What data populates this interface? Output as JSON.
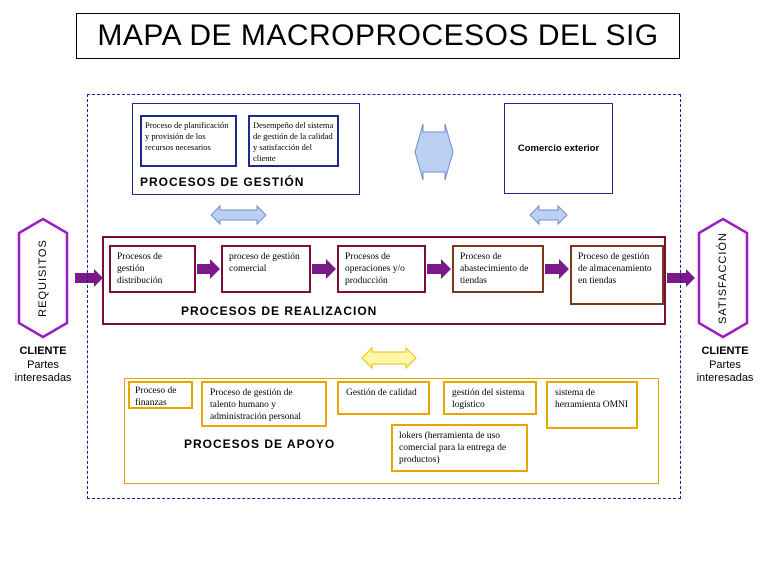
{
  "title": "MAPA DE MACROPROCESOS DEL SIG",
  "gestion": {
    "label": "PROCESOS DE GESTIÓN",
    "items": [
      "Proceso de planificación y provisión de los recursos necesarios",
      "Desempeño del sistema de gestión de la calidad y satisfacción del cliente"
    ],
    "comercio": "Comercio exterior"
  },
  "realizacion": {
    "label": "PROCESOS DE REALIZACION",
    "items": [
      "Procesos de gestión distribución",
      "proceso de gestión comercial",
      "Procesos de operaciones y/o producción",
      "Proceso de abastecimiento de tiendas",
      "Proceso de gestión de almacenamiento en tiendas"
    ]
  },
  "apoyo": {
    "label": "PROCESOS DE APOYO",
    "items": [
      "Proceso de finanzas",
      "Proceso de gestión de talento humano y administración personal",
      "Gestión de calidad",
      "gestión del sistema logístico",
      "sistema de herramienta OMNI",
      "lokers (herramienta de uso comercial para la entrega de productos)"
    ]
  },
  "left": {
    "hexagon": "REQUISITOS",
    "label": "CLIENTE",
    "sub": "Partes interesadas"
  },
  "right": {
    "hexagon": "SATISFACCIÓN",
    "label": "CLIENTE",
    "sub": "Partes interesadas"
  },
  "colors": {
    "gestion": "#1f2a8a",
    "realizacion": "#7a0f3a",
    "apoyo": "#e8a400",
    "arrow_purple": "#7a1a8a",
    "arrow_light_blue": "#bcd0f2",
    "arrow_yellow": "#fff6a8",
    "hexagon_border": "#9b1fbf"
  }
}
